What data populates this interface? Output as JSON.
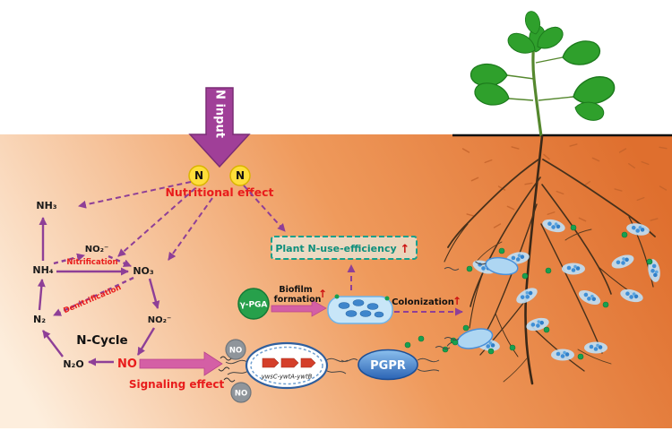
{
  "n_input_arrow": {
    "label": "N input"
  },
  "nitrogen_circles": {
    "left": "N",
    "right": "N"
  },
  "effects": {
    "nutritional": "Nutritional effect",
    "signaling": "Signaling effect"
  },
  "n_cycle": {
    "label": "N-Cycle",
    "nh3": "NH₃",
    "nh4": "NH₄",
    "no2_upper": "NO₂⁻",
    "no3": "NO₃",
    "n2": "N₂",
    "no2_lower": "NO₂⁻",
    "n2o": "N₂O",
    "no": "NO",
    "nitrification": "Nitrification",
    "denitrification": "Denitrification"
  },
  "no_molecules": {
    "upper": "NO",
    "lower": "NO"
  },
  "pga": {
    "label": "γ-PGA"
  },
  "biofilm": {
    "line1": "Biofilm",
    "line2": "formation"
  },
  "colonization": {
    "label": "Colonization"
  },
  "outcome_box": {
    "label": "Plant N-use-efficiency"
  },
  "bacterium": {
    "gene_operon": "ywsC-ywtA-ywtB"
  },
  "pgpr": {
    "label": "PGPR"
  },
  "symbols": {
    "up_arrow": "↑"
  },
  "colors": {
    "soil_dark": "#df6f2e",
    "soil_light": "#fdeedd",
    "purple": "#8e3f97",
    "pink": "#d45fa5",
    "red": "#e81c1c",
    "teal": "#12a08a",
    "yellow": "#ffde3a",
    "green": "#1fa052",
    "blue": "#4a90d9"
  }
}
